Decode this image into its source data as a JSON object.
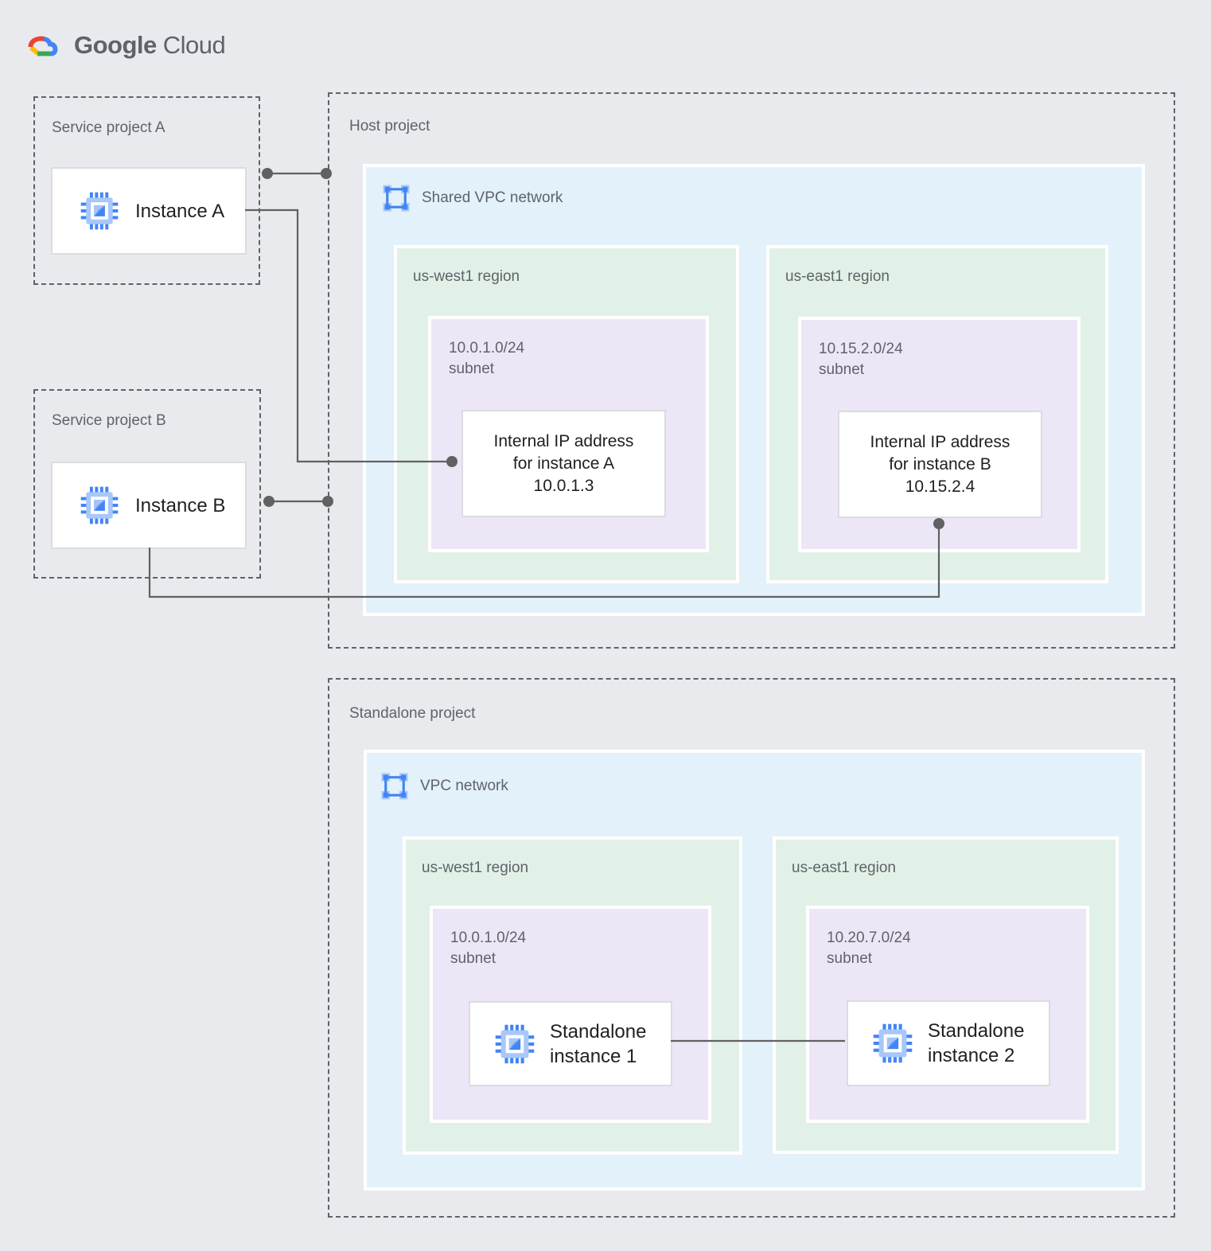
{
  "logo": {
    "part1": "Google",
    "part2": "Cloud"
  },
  "service_project_a": {
    "title": "Service project A",
    "instance_label": "Instance A"
  },
  "service_project_b": {
    "title": "Service project B",
    "instance_label": "Instance B"
  },
  "host_project": {
    "title": "Host project",
    "network_label": "Shared VPC network",
    "west": {
      "region": "us-west1 region",
      "cidr": "10.0.1.0/24",
      "subnet_word": "subnet",
      "ip_line1": "Internal IP address",
      "ip_line2": "for instance A",
      "ip_line3": "10.0.1.3"
    },
    "east": {
      "region": "us-east1 region",
      "cidr": "10.15.2.0/24",
      "subnet_word": "subnet",
      "ip_line1": "Internal IP address",
      "ip_line2": "for instance B",
      "ip_line3": "10.15.2.4"
    }
  },
  "standalone_project": {
    "title": "Standalone project",
    "network_label": "VPC network",
    "west": {
      "region": "us-west1 region",
      "cidr": "10.0.1.0/24",
      "subnet_word": "subnet",
      "inst_line1": "Standalone",
      "inst_line2": "instance 1"
    },
    "east": {
      "region": "us-east1 region",
      "cidr": "10.20.7.0/24",
      "subnet_word": "subnet",
      "inst_line1": "Standalone",
      "inst_line2": "instance 2"
    }
  },
  "colors": {
    "canvas": "#E8EAED",
    "network_blue": "#E2F1FA",
    "region_green": "#E1F1E8",
    "subnet_purple": "#EDE6F6",
    "connector": "#616161",
    "dash": "#5F6368",
    "card_border": "#DADCE0",
    "text_dark": "#202124",
    "text_gray": "#5F6368",
    "icon_blue": "#4285F4",
    "icon_light_blue": "#A8C7FA",
    "logo_red": "#EA4335",
    "logo_yellow": "#FBBC04",
    "logo_green": "#34A853",
    "logo_blue": "#4285F4"
  }
}
